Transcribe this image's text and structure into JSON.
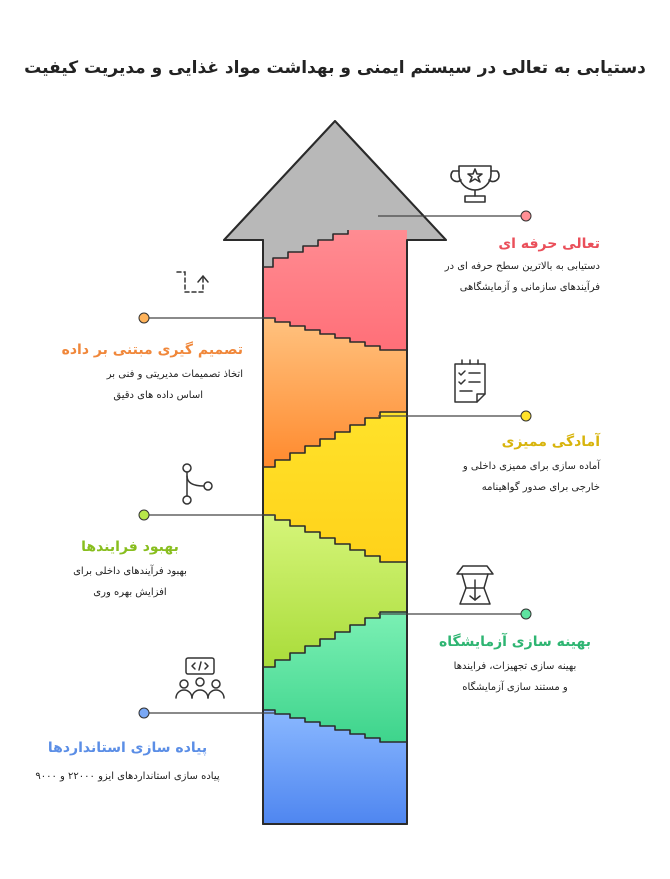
{
  "title": "دستیابی به تعالی در سیستم ایمنی و بهداشت مواد غذایی و مدیریت کیفیت",
  "steps": [
    {
      "title": "تعالی حرفه ای",
      "desc1": "دستیابی به بالاترین سطح حرفه ای در",
      "desc2": "فرآیندهای سازمانی و آزمایشگاهی",
      "color": "#ea4f5a",
      "icon": "trophy-icon"
    },
    {
      "title": "تصمیم گیری مبتنی بر داده",
      "desc1": "اتخاذ تصمیمات مدیریتی و فنی بر",
      "desc2": "اساس داده های دقیق",
      "color": "#f0873a",
      "icon": "path-arrow-icon"
    },
    {
      "title": "آمادگی ممیزی",
      "desc1": "آماده سازی برای ممیزی داخلی و",
      "desc2": "خارجی برای صدور گواهینامه",
      "color": "#e2bf12",
      "icon": "checklist-icon"
    },
    {
      "title": "بهبود فرایندها",
      "desc1": "بهبود فرآیندهای داخلی برای",
      "desc2": "افزایش بهره وری",
      "color": "#88be1e",
      "icon": "branch-icon"
    },
    {
      "title": "بهینه سازی آزمایشگاه",
      "desc1": "بهینه سازی تجهیزات، فرایندها",
      "desc2": "و مستند سازی آزمایشگاه",
      "color": "#2eb572",
      "icon": "optimize-icon"
    },
    {
      "title": "پیاده سازی استانداردها",
      "desc1": "پیاده سازی  استانداردهای ایزو ۲۲۰۰۰ و ۹۰۰۰",
      "desc2": "",
      "color": "#5b8ee6",
      "icon": "team-code-icon"
    }
  ]
}
